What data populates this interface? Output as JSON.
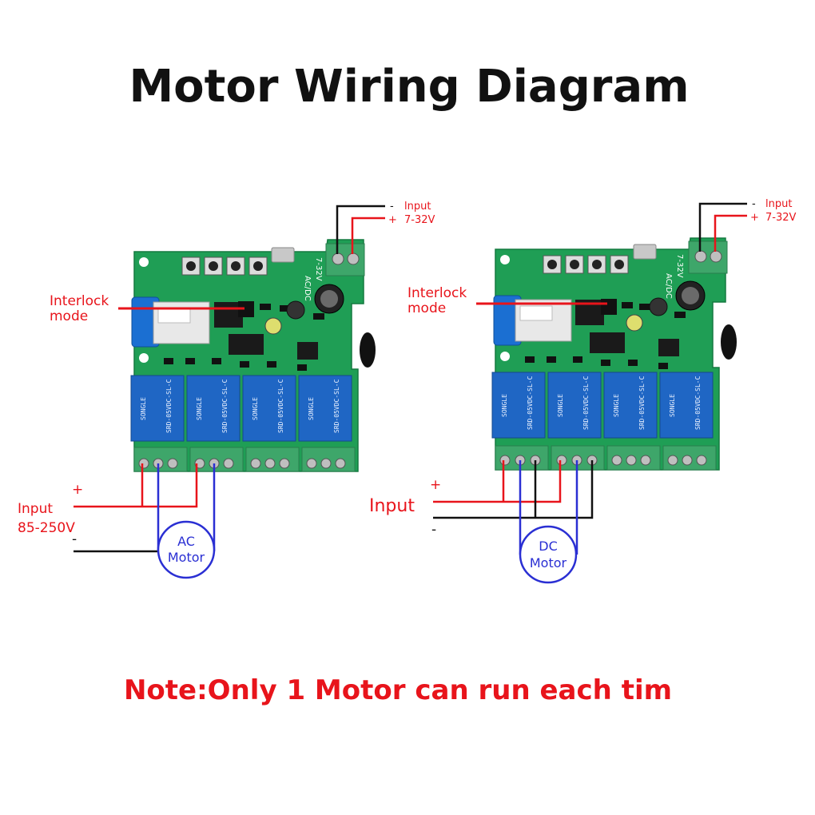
{
  "title": "Motor Wiring Diagram",
  "note": "Note:Only 1 Motor can run each tim",
  "colors": {
    "red": "#e8141b",
    "blue": "#2a2fd3",
    "black": "#111111",
    "pcb_green": "#1f9e55",
    "relay_blue": "#1f66c4",
    "terminal_green": "#3ea66a"
  },
  "left": {
    "supply_minus": "-",
    "supply_input": "lnput",
    "supply_plus": "+",
    "supply_voltage": "7-32V",
    "interlock_line1": "Interlock",
    "interlock_line2": "mode",
    "input_plus": "+",
    "input_label": "Input",
    "input_voltage": "85-250V",
    "input_minus": "-",
    "motor_line1": "AC",
    "motor_line2": "Motor",
    "silk_acdc": "AC/DC",
    "silk_volt": "7-32V"
  },
  "right": {
    "supply_minus": "-",
    "supply_input": "lnput",
    "supply_plus": "+",
    "supply_voltage": "7-32V",
    "interlock_line1": "Interlock",
    "interlock_line2": "mode",
    "input_plus": "+",
    "input_label": "Input",
    "input_minus": "-",
    "motor_line1": "DC",
    "motor_line2": "Motor",
    "silk_acdc": "AC/DC",
    "silk_volt": "7-32V"
  },
  "relay_text": {
    "brand": "SONGLE",
    "model": "SRD-05VDC-SL-C"
  }
}
